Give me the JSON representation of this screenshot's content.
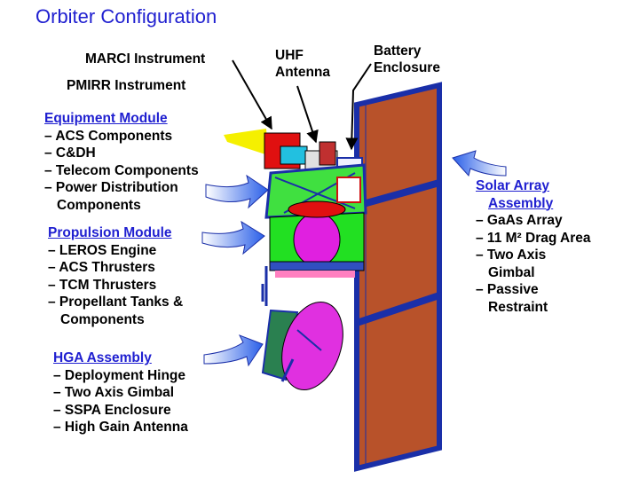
{
  "title": "Orbiter Configuration",
  "callouts": {
    "marci": "MARCI Instrument",
    "pmirr": "PMIRR Instrument",
    "uhf": [
      "UHF",
      "Antenna"
    ],
    "battery": [
      "Battery",
      "Enclosure"
    ]
  },
  "equipment_module": {
    "heading": "Equipment Module",
    "items": [
      "– ACS Components",
      "– C&DH",
      "– Telecom Components",
      "– Power Distribution",
      "Components"
    ]
  },
  "propulsion_module": {
    "heading": "Propulsion Module",
    "items": [
      "– LEROS Engine",
      "– ACS Thrusters",
      "– TCM Thrusters",
      "– Propellant Tanks &",
      "Components"
    ]
  },
  "hga_assembly": {
    "heading": "HGA Assembly",
    "items": [
      "– Deployment Hinge",
      "– Two Axis Gimbal",
      "– SSPA Enclosure",
      "– High Gain Antenna"
    ]
  },
  "solar_array": {
    "heading": [
      "Solar Array",
      "Assembly"
    ],
    "items": [
      "– GaAs Array",
      "– 11 M² Drag Area",
      "– Two Axis",
      "Gimbal",
      "– Passive",
      "Restraint"
    ]
  },
  "colors": {
    "title": "#1f1fd0",
    "solar_panel": "#b8522a",
    "panel_frame": "#1a2fa8",
    "arrow_blue": "#2a5fe8",
    "propulsion_green": "#22e022",
    "tank_magenta": "#e020e0",
    "antenna_magenta": "#e030e0",
    "instrument_red": "#e01010",
    "beam_yellow": "#f5f000"
  }
}
